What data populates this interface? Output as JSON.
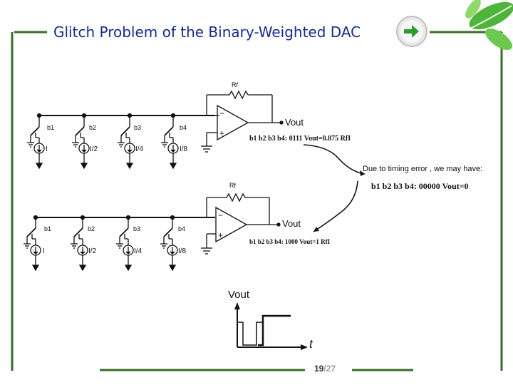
{
  "slide": {
    "title": "Glitch Problem of the Binary-Weighted DAC",
    "timing_note": "Due to timing error , we  may have:",
    "page_current": "19",
    "page_sep": "/",
    "page_total": "27",
    "colors": {
      "title": "#1a2a8a",
      "frame": "#3a6b27",
      "arrow": "#2f9a2f"
    }
  },
  "circuit_top": {
    "feedback_label": "Rf",
    "output_label": "Vout",
    "switch_labels": [
      "b1",
      "b2",
      "b3",
      "b4"
    ],
    "source_labels": [
      "I",
      "I/2",
      "I/4",
      "I/8"
    ],
    "minus": "−",
    "plus": "+",
    "caption": "b1 b2 b3 b4:  0111  Vout=0.875 RfI"
  },
  "glitch_caption": "b1 b2 b3 b4:  00000  Vout=0",
  "circuit_bottom": {
    "feedback_label": "Rf",
    "output_label": "Vout",
    "switch_labels": [
      "b1",
      "b2",
      "b3",
      "b4"
    ],
    "source_labels": [
      "I",
      "I/2",
      "I/4",
      "I/8"
    ],
    "minus": "−",
    "plus": "+",
    "caption": "b1 b2 b3 b4:  1000  Vout=1 RfI"
  },
  "waveform": {
    "ylabel": "Vout",
    "xlabel": "t"
  }
}
